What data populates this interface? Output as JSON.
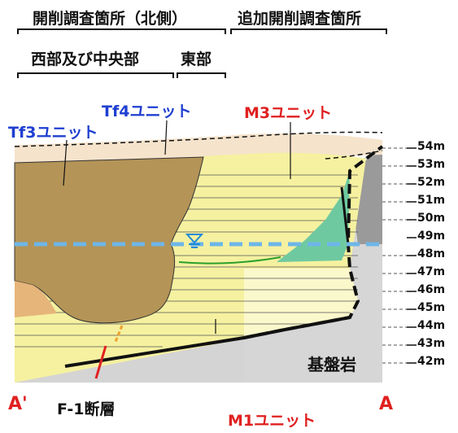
{
  "headers": {
    "excavation_north": "開削調査箇所（北側）",
    "additional": "追加開削調査箇所",
    "west_center": "西部及び中央部",
    "east": "東部"
  },
  "units": {
    "tf3": "Tf3ユニット",
    "tf4": "Tf4ユニット",
    "m3": "M3ユニット",
    "m1": "M1ユニット",
    "bedrock": "基盤岩"
  },
  "fault": "F-1断層",
  "section_ends": {
    "left": "A'",
    "right": "A"
  },
  "elevations": [
    "54m",
    "53m",
    "52m",
    "51m",
    "50m",
    "49m",
    "48m",
    "47m",
    "46m",
    "45m",
    "44m",
    "43m",
    "42m"
  ],
  "colors": {
    "tf_unit": "#b49457",
    "m3_unit": "#f5f1a0",
    "m1_unit": "#f5f39a",
    "bedrock": "#d4d4d4",
    "green_unit": "#6fc9a0",
    "water_level": "#6db6e8",
    "blue_text": "#1f3fd0",
    "red_text": "#e02020"
  }
}
